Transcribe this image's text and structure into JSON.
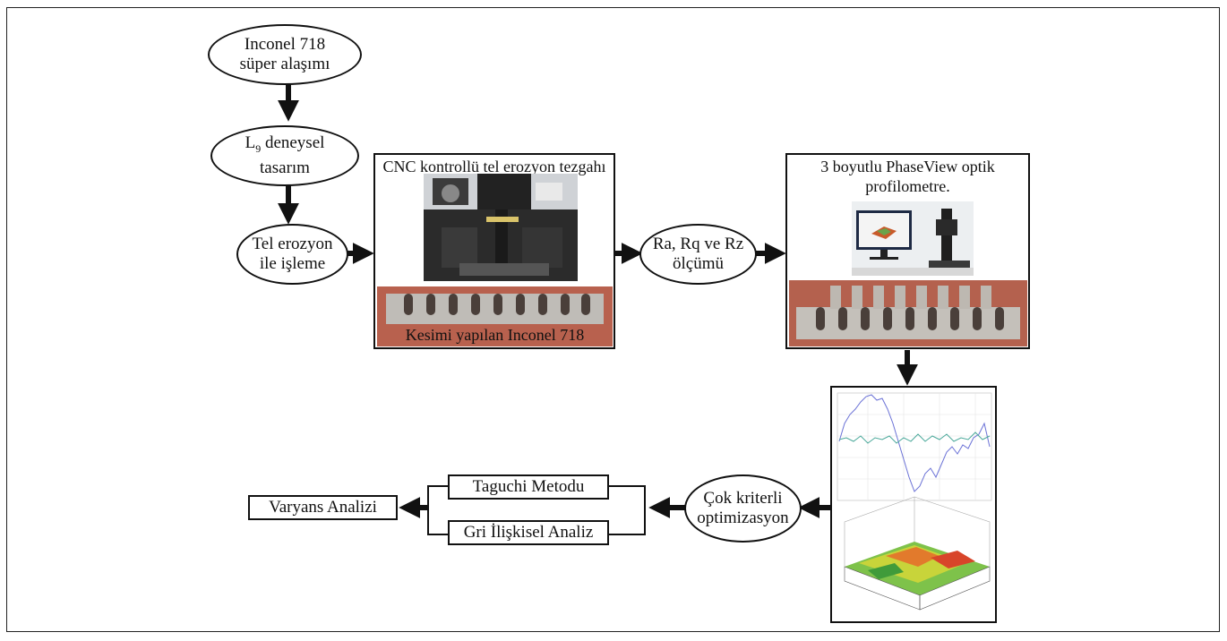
{
  "nodes": {
    "inconel": {
      "line1": "Inconel 718",
      "line2": "süper alaşımı"
    },
    "l9": {
      "line1_main": "L",
      "line1_sub": "9",
      "line1_rest": " deneysel",
      "line2": "tasarım"
    },
    "tel_erozyon": {
      "line1": "Tel erozyon",
      "line2": "ile işleme"
    },
    "cnc_box": {
      "title": "CNC kontrollü tel erozyon tezgahı",
      "caption": "Kesimi yapılan Inconel 718"
    },
    "olcum": {
      "line1": "Ra, Rq ve Rz",
      "line2": "ölçümü"
    },
    "profilometer_box": {
      "title_line1": "3 boyutlu PhaseView optik",
      "title_line2": "profilometre."
    },
    "cok_kriterli": {
      "line1": "Çok kriterli",
      "line2": "optimizasyon"
    },
    "taguchi": "Taguchi Metodu",
    "gri": "Gri İlişkisel Analiz",
    "varyans": "Varyans Analizi"
  },
  "colors": {
    "arrow": "#111111",
    "border": "#111111",
    "plank": "#bfbcb7",
    "slot": "#4a3f3a"
  }
}
